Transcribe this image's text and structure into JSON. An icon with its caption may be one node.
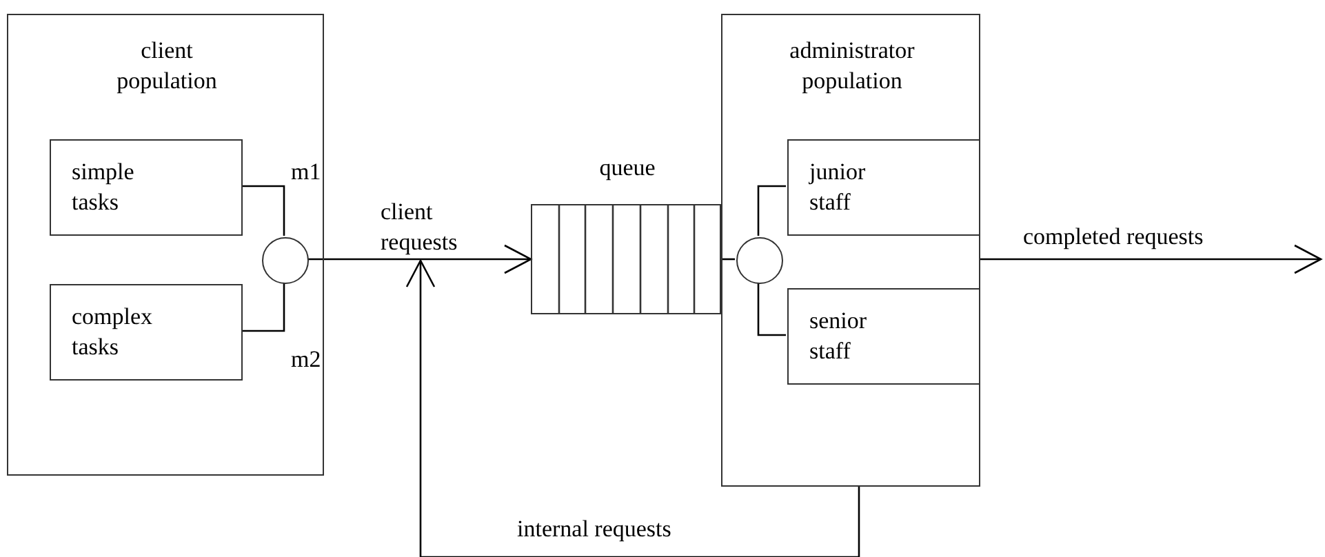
{
  "diagram": {
    "nodes": [
      {
        "text": [
          "client population"
        ]
      },
      {
        "text": [
          "simple tasks"
        ],
        "in": 0
      },
      {
        "text": [
          "complex tasks"
        ],
        "in": 0
      },
      {
        "text": [],
        "shape": "circle",
        "in": 0
      },
      {
        "text": [
          "queue"
        ]
      },
      {
        "text": [
          "administrator population"
        ]
      },
      {
        "text": [],
        "shape": "circle",
        "in": 5
      },
      {
        "text": [
          "junior staff"
        ],
        "in": 5
      },
      {
        "text": [
          "senior staff"
        ],
        "in": 5
      }
    ],
    "edges": [
      {
        "from": 1,
        "to": 3,
        "arrow": "none"
      },
      {
        "from": 2,
        "to": 3,
        "arrow": "none"
      },
      {
        "from": 3,
        "to": 4,
        "arrow": "to",
        "label": "client requests"
      },
      {
        "from": 5,
        "to": null,
        "arrow": "to",
        "label": "internal requests"
      },
      {
        "from": 4,
        "to": 6,
        "arrow": "none"
      },
      {
        "from": 6,
        "to": 7,
        "arrow": "none"
      },
      {
        "from": 6,
        "to": 8,
        "arrow": "none"
      },
      {
        "from": 5,
        "to": null,
        "arrow": "to",
        "label": "completed requests"
      }
    ],
    "labels": [
      "m1",
      "m2"
    ]
  }
}
